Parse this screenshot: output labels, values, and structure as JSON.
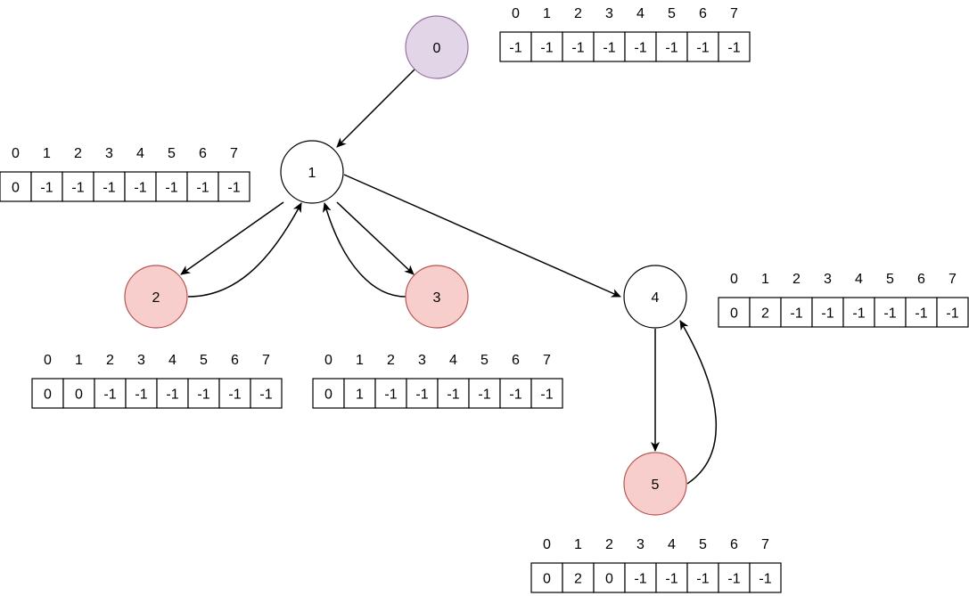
{
  "nodes": [
    {
      "id": "0",
      "label": "0",
      "fill": "#e1d5e7",
      "stroke": "#9673a6"
    },
    {
      "id": "1",
      "label": "1",
      "fill": "#ffffff",
      "stroke": "#000000"
    },
    {
      "id": "2",
      "label": "2",
      "fill": "#f8cecc",
      "stroke": "#b85450"
    },
    {
      "id": "3",
      "label": "3",
      "fill": "#f8cecc",
      "stroke": "#b85450"
    },
    {
      "id": "4",
      "label": "4",
      "fill": "#ffffff",
      "stroke": "#000000"
    },
    {
      "id": "5",
      "label": "5",
      "fill": "#f8cecc",
      "stroke": "#b85450"
    }
  ],
  "edges": [
    {
      "from": "0",
      "to": "1"
    },
    {
      "from": "1",
      "to": "2"
    },
    {
      "from": "2",
      "to": "1"
    },
    {
      "from": "1",
      "to": "3"
    },
    {
      "from": "3",
      "to": "1"
    },
    {
      "from": "1",
      "to": "4"
    },
    {
      "from": "4",
      "to": "5"
    },
    {
      "from": "5",
      "to": "4"
    }
  ],
  "arrays": [
    {
      "node": "0",
      "indices": [
        "0",
        "1",
        "2",
        "3",
        "4",
        "5",
        "6",
        "7"
      ],
      "values": [
        "-1",
        "-1",
        "-1",
        "-1",
        "-1",
        "-1",
        "-1",
        "-1"
      ]
    },
    {
      "node": "1",
      "indices": [
        "0",
        "1",
        "2",
        "3",
        "4",
        "5",
        "6",
        "7"
      ],
      "values": [
        "0",
        "-1",
        "-1",
        "-1",
        "-1",
        "-1",
        "-1",
        "-1"
      ]
    },
    {
      "node": "2",
      "indices": [
        "0",
        "1",
        "2",
        "3",
        "4",
        "5",
        "6",
        "7"
      ],
      "values": [
        "0",
        "0",
        "-1",
        "-1",
        "-1",
        "-1",
        "-1",
        "-1"
      ]
    },
    {
      "node": "3",
      "indices": [
        "0",
        "1",
        "2",
        "3",
        "4",
        "5",
        "6",
        "7"
      ],
      "values": [
        "0",
        "1",
        "-1",
        "-1",
        "-1",
        "-1",
        "-1",
        "-1"
      ]
    },
    {
      "node": "4",
      "indices": [
        "0",
        "1",
        "2",
        "3",
        "4",
        "5",
        "6",
        "7"
      ],
      "values": [
        "0",
        "2",
        "-1",
        "-1",
        "-1",
        "-1",
        "-1",
        "-1"
      ]
    },
    {
      "node": "5",
      "indices": [
        "0",
        "1",
        "2",
        "3",
        "4",
        "5",
        "6",
        "7"
      ],
      "values": [
        "0",
        "2",
        "0",
        "-1",
        "-1",
        "-1",
        "-1",
        "-1"
      ]
    }
  ]
}
